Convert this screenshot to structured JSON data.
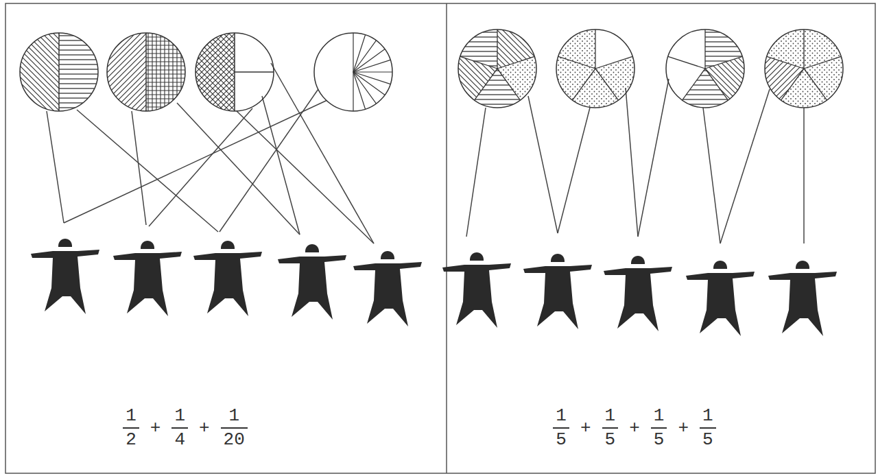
{
  "diagram": {
    "labels": [
      "1",
      "2",
      "+",
      "1",
      "4",
      "+",
      "1",
      "20",
      "1",
      "5",
      "+",
      "1",
      "5",
      "+",
      "1",
      "5",
      "+",
      "1",
      "5"
    ]
  }
}
